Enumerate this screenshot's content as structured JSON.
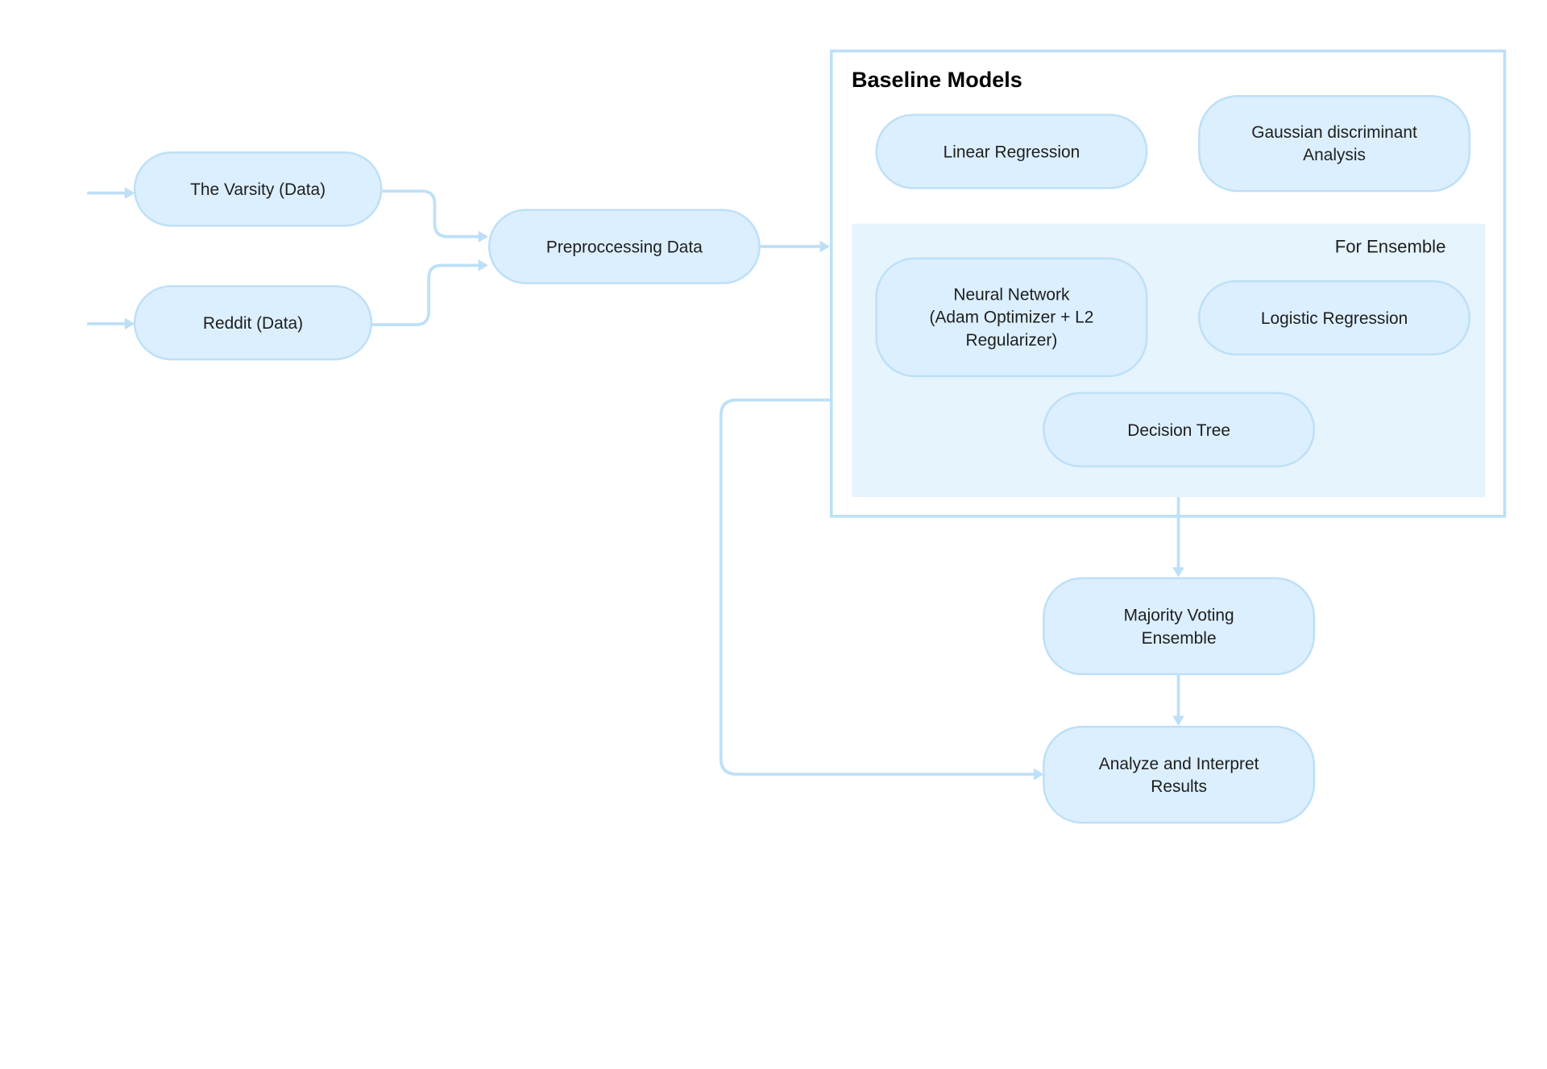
{
  "colors": {
    "node_fill": "#dcefff",
    "node_border": "#bde0f7",
    "edge": "#bde0f7",
    "subsection_fill": "#e6f4fe",
    "background": "#ffffff"
  },
  "nodes": {
    "varsity": "The Varsity (Data)",
    "reddit": "Reddit (Data)",
    "preprocessing": "Preproccessing Data",
    "linear_regression": "Linear Regression",
    "gaussian": "Gaussian discriminant\nAnalysis",
    "neural_network": "Neural Network\n(Adam Optimizer + L2\nRegularizer)",
    "logistic_regression": "Logistic Regression",
    "decision_tree": "Decision Tree",
    "majority_voting": "Majority Voting\nEnsemble",
    "analyze": "Analyze and Interpret\nResults"
  },
  "sections": {
    "baseline_title": "Baseline Models",
    "ensemble_label": "For Ensemble"
  },
  "edges": [
    {
      "from": "input",
      "to": "varsity"
    },
    {
      "from": "input",
      "to": "reddit"
    },
    {
      "from": "varsity",
      "to": "preprocessing"
    },
    {
      "from": "reddit",
      "to": "preprocessing"
    },
    {
      "from": "preprocessing",
      "to": "baseline_models"
    },
    {
      "from": "ensemble",
      "to": "majority_voting"
    },
    {
      "from": "majority_voting",
      "to": "analyze"
    },
    {
      "from": "baseline_models",
      "to": "analyze"
    }
  ]
}
